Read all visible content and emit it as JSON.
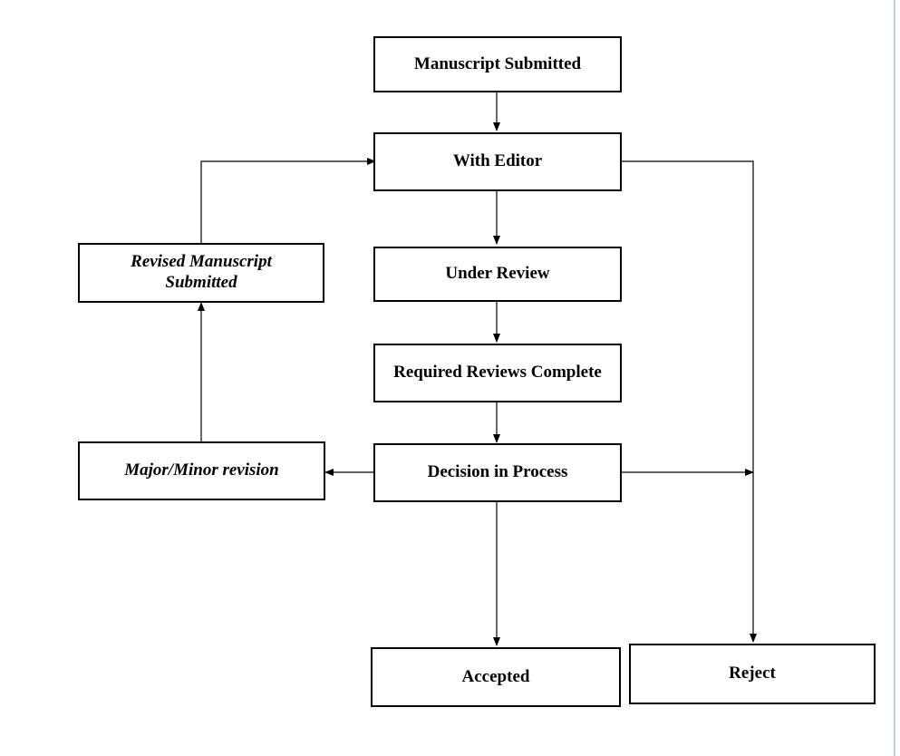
{
  "nodes": {
    "manuscript_submitted": "Manuscript Submitted",
    "with_editor": "With Editor",
    "under_review": "Under Review",
    "required_reviews_complete": "Required Reviews Complete",
    "decision_in_process": "Decision in Process",
    "major_minor_revision": "Major/Minor revision",
    "revised_manuscript_submitted": "Revised Manuscript Submitted",
    "accepted": "Accepted",
    "reject": "Reject"
  },
  "colors": {
    "line": "#000000",
    "border": "#000000",
    "edge_rule": "#b9d3ea"
  }
}
